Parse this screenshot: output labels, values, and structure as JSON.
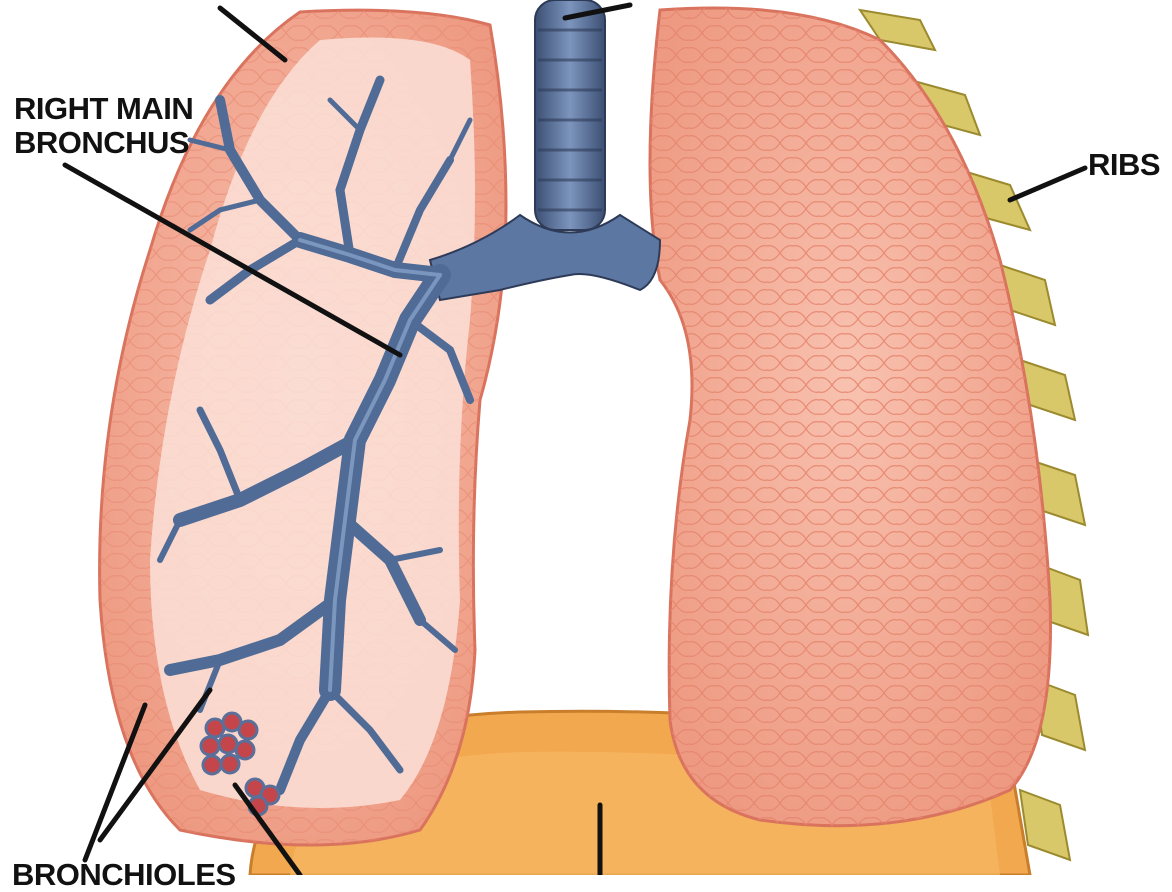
{
  "labels": {
    "right_main_bronchus_line1": "RIGHT MAIN",
    "right_main_bronchus_line2": "BRONCHUS",
    "ribs": "RIBS",
    "bronchioles": "BRONCHIOLES"
  },
  "colors": {
    "lung_fill": "#f2a48f",
    "lung_outline": "#d9735e",
    "lung_inner": "#fbe1d8",
    "bronchial_tree": "#4f6b96",
    "bronchial_highlight": "#8ea9cf",
    "diaphragm": "#f2a84e",
    "ribs": "#d9c86a",
    "alveoli": "#c4464a",
    "leader_line": "#111111"
  }
}
